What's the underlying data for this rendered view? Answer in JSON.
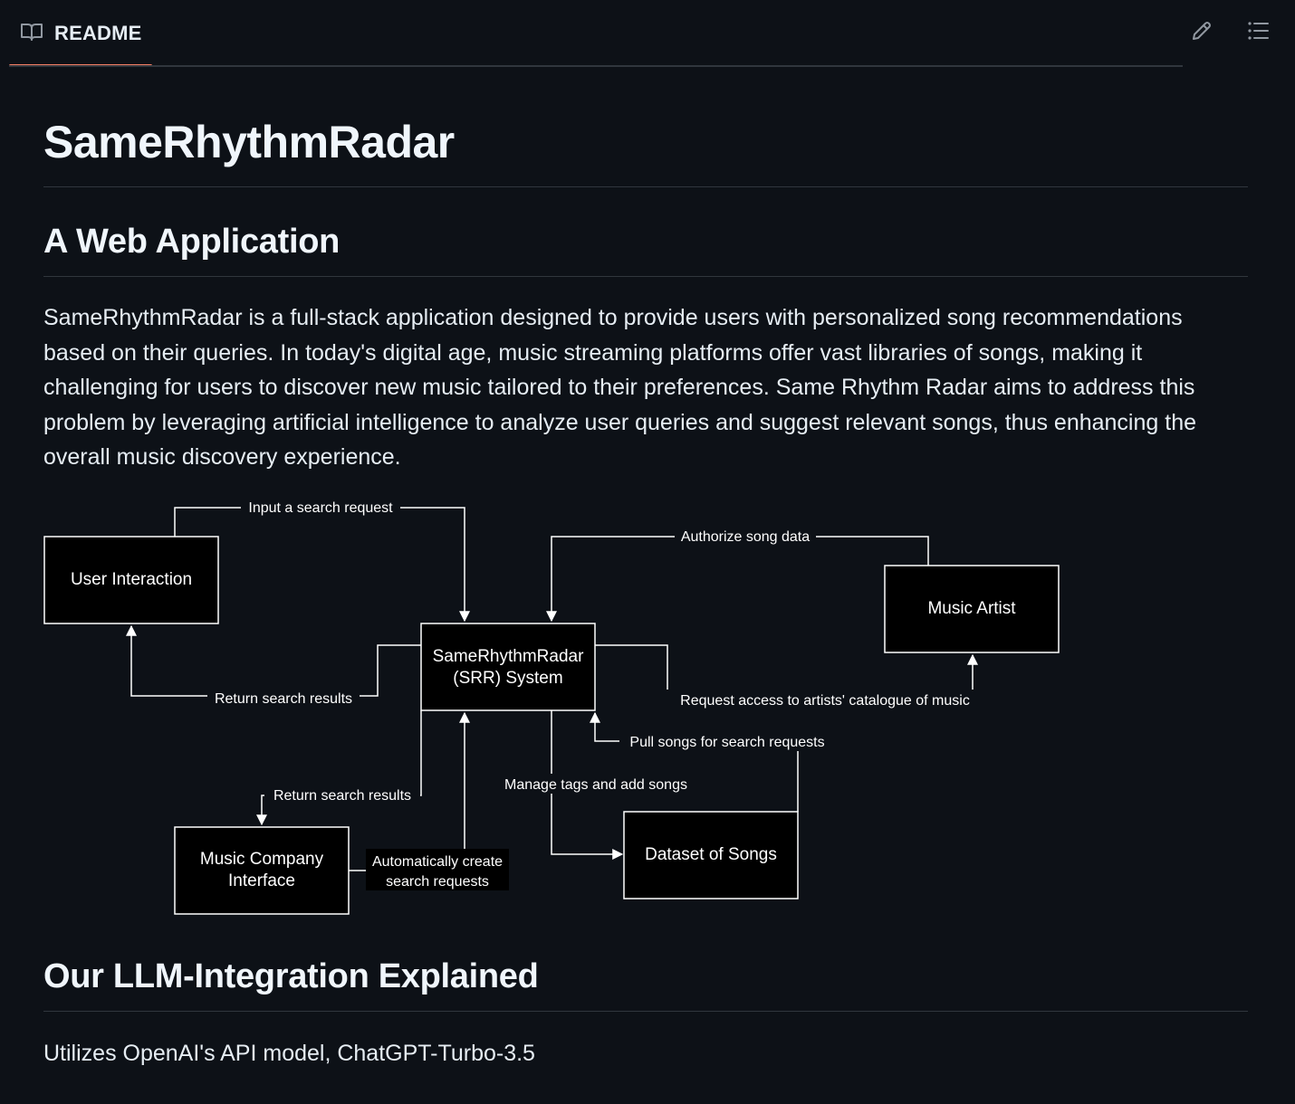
{
  "tab": {
    "label": "README"
  },
  "readme": {
    "title": "SameRhythmRadar",
    "section1": {
      "heading": "A Web Application",
      "paragraph": "SameRhythmRadar is a full-stack application designed to provide users with personalized song recommendations based on their queries. In today's digital age, music streaming platforms offer vast libraries of songs, making it challenging for users to discover new music tailored to their preferences. Same Rhythm Radar aims to address this problem by leveraging artificial intelligence to analyze user queries and suggest relevant songs, thus enhancing the overall music discovery experience."
    },
    "diagram": {
      "nodes": {
        "user_interaction": "User Interaction",
        "srr_line1": "SameRhythmRadar",
        "srr_line2": "(SRR) System",
        "music_artist": "Music Artist",
        "music_company_line1": "Music Company",
        "music_company_line2": "Interface",
        "dataset": "Dataset of Songs"
      },
      "edges": {
        "input_search": "Input a search request",
        "authorize": "Authorize song data",
        "return_results_user": "Return search results",
        "request_access": "Request access to artists' catalogue of music",
        "pull_songs": "Pull songs for search requests",
        "manage_tags": "Manage tags and add songs",
        "return_results_company": "Return search results",
        "auto_create_line1": "Automatically create",
        "auto_create_line2": "search requests"
      }
    },
    "section2": {
      "heading": "Our LLM-Integration Explained",
      "paragraph": "Utilizes OpenAI's API model, ChatGPT-Turbo-3.5"
    }
  },
  "icons": {
    "tab": "book-icon",
    "edit": "pencil-icon",
    "outline": "list-icon"
  }
}
